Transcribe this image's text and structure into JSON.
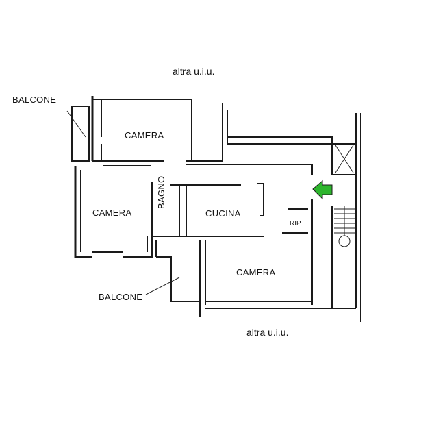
{
  "labels": {
    "top_neighbor": "altra u.i.u.",
    "bottom_neighbor": "altra u.i.u.",
    "balcony_left": "BALCONE",
    "balcony_bottom": "BALCONE",
    "room_top": "CAMERA",
    "room_left": "CAMERA",
    "room_bottom": "CAMERA",
    "bathroom": "BAGNO",
    "kitchen": "CUCINA",
    "storage": "RIP"
  },
  "colors": {
    "walls": "#1a1a1a",
    "entrance_arrow": "#2db52d"
  },
  "icons": {
    "entrance": "entrance-arrow-icon",
    "stairs": "staircase-icon",
    "lift": "elevator-shaft-icon"
  }
}
